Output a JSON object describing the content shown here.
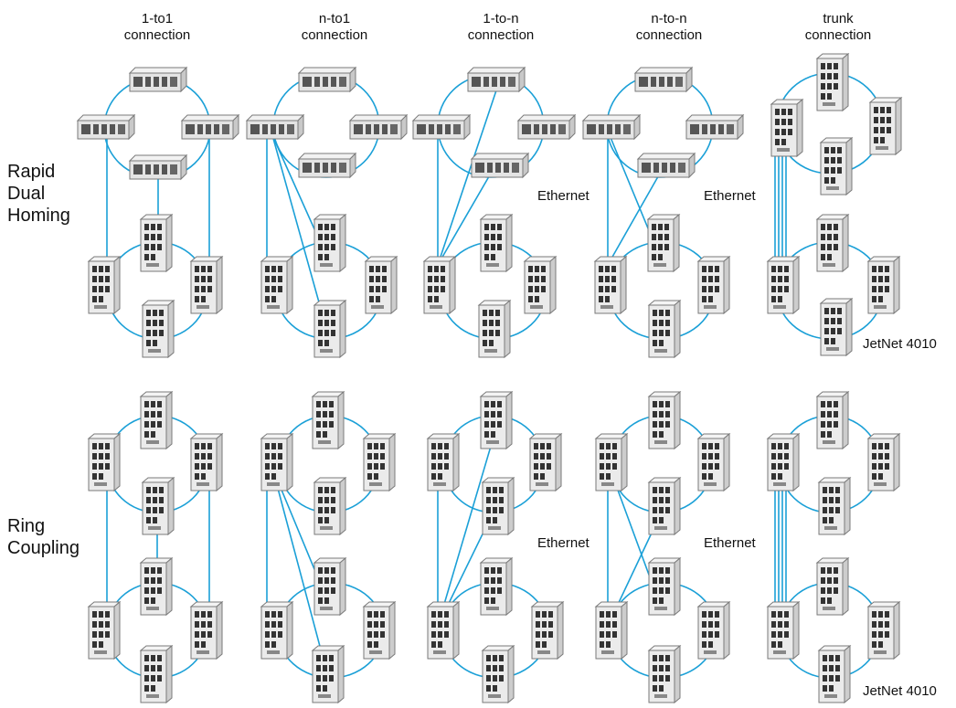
{
  "columns": [
    {
      "line1": "1-to1",
      "line2": "connection"
    },
    {
      "line1": "n-to1",
      "line2": "connection"
    },
    {
      "line1": "1-to-n",
      "line2": "connection"
    },
    {
      "line1": "n-to-n",
      "line2": "connection"
    },
    {
      "line1": "trunk",
      "line2": "connection"
    }
  ],
  "rows": [
    {
      "line1": "Rapid",
      "line2": "Dual",
      "line3": "Homing"
    },
    {
      "line1": "Ring",
      "line2": "Coupling"
    }
  ],
  "labels": {
    "ethernet": "Ethernet",
    "device": "JetNet 4010"
  },
  "colors": {
    "link": "#1ba0d7",
    "device_body": "#e9e9e9",
    "device_edge": "#7a7a7a",
    "port": "#333333"
  }
}
